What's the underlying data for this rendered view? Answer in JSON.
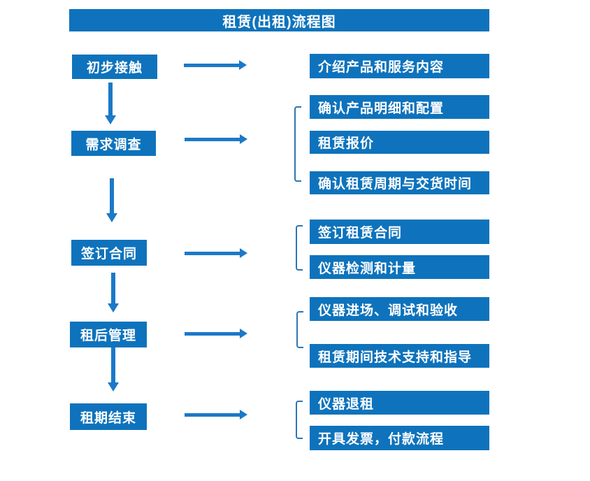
{
  "title": "租赁(出租)流程图",
  "colors": {
    "box_fill": "#0e73bc",
    "arrow": "#1b79c8",
    "bracket": "#2e75b6",
    "text": "#ffffff",
    "background": "#ffffff"
  },
  "rows": [
    {
      "step": "初步接触",
      "items": [
        "介绍产品和服务内容"
      ]
    },
    {
      "step": "需求调查",
      "items": [
        "确认产品明细和配置",
        "租赁报价",
        "确认租赁周期与交货时间"
      ]
    },
    {
      "step": "签订合同",
      "items": [
        "签订租赁合同",
        "仪器检测和计量"
      ]
    },
    {
      "step": "租后管理",
      "items": [
        "仪器进场、调试和验收",
        "租赁期间技术支持和指导"
      ]
    },
    {
      "step": "租期结束",
      "items": [
        "仪器退租",
        "开具发票，付款流程"
      ]
    }
  ]
}
